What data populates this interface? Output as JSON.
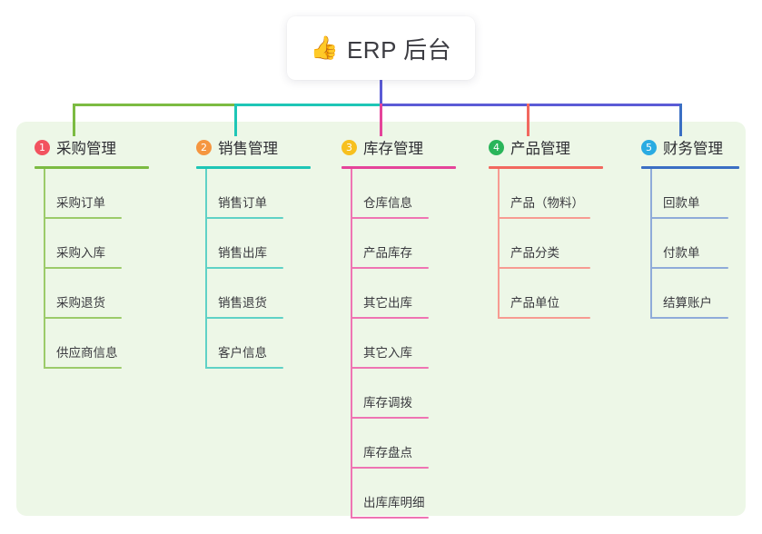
{
  "root": {
    "icon": "thumbs-up-icon",
    "icon_glyph": "👍",
    "title": "ERP 后台"
  },
  "colors": {
    "panel_bg": "#edf7e7",
    "trunk": "#5b5bd6",
    "branch_1": "#7cbb42",
    "branch_2": "#1eb9a8",
    "branch_3": "#e5449a",
    "branch_4": "#f2685f",
    "branch_5": "#3b6fc4"
  },
  "columns": [
    {
      "number": "1",
      "title": "采购管理",
      "badge_color": "#f2535f",
      "line_color": "#7cbb42",
      "item_line_color": "#9ccb6a",
      "items": [
        "采购订单",
        "采购入库",
        "采购退货",
        "供应商信息"
      ]
    },
    {
      "number": "2",
      "title": "销售管理",
      "badge_color": "#f59640",
      "line_color": "#1ec6b6",
      "item_line_color": "#5fd2c6",
      "items": [
        "销售订单",
        "销售出库",
        "销售退货",
        "客户信息"
      ]
    },
    {
      "number": "3",
      "title": "库存管理",
      "badge_color": "#f7c01e",
      "line_color": "#e5449a",
      "item_line_color": "#ef74b3",
      "items": [
        "仓库信息",
        "产品库存",
        "其它出库",
        "其它入库",
        "库存调拨",
        "库存盘点",
        "出库库明细"
      ]
    },
    {
      "number": "4",
      "title": "产品管理",
      "badge_color": "#2ab55a",
      "line_color": "#f2685f",
      "item_line_color": "#f79b92",
      "items": [
        "产品（物料）",
        "产品分类",
        "产品单位"
      ]
    },
    {
      "number": "5",
      "title": "财务管理",
      "badge_color": "#29abe2",
      "line_color": "#3b6fc4",
      "item_line_color": "#8fabd9",
      "items": [
        "回款单",
        "付款单",
        "结算账户"
      ]
    }
  ]
}
